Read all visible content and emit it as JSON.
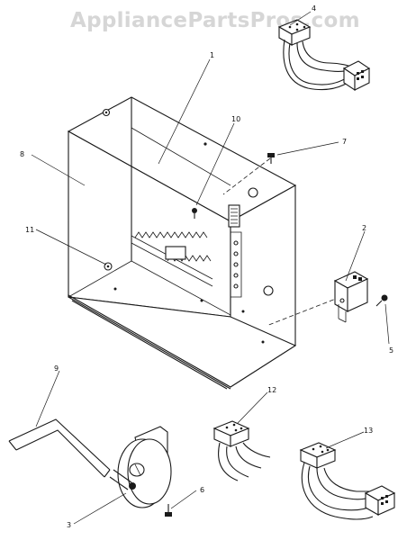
{
  "watermark": "AppliancePartsPros.com",
  "callouts": [
    {
      "id": "1",
      "text": "1"
    },
    {
      "id": "2",
      "text": "2"
    },
    {
      "id": "3",
      "text": "3"
    },
    {
      "id": "4",
      "text": "4"
    },
    {
      "id": "5",
      "text": "5"
    },
    {
      "id": "6",
      "text": "6"
    },
    {
      "id": "7",
      "text": "7"
    },
    {
      "id": "8",
      "text": "8"
    },
    {
      "id": "9",
      "text": "9"
    },
    {
      "id": "10",
      "text": "10"
    },
    {
      "id": "11",
      "text": "11"
    },
    {
      "id": "12",
      "text": "12"
    },
    {
      "id": "13",
      "text": "13"
    }
  ],
  "colors": {
    "line": "#1a1a1a",
    "watermark": "#d6d6d6",
    "background": "#ffffff"
  }
}
